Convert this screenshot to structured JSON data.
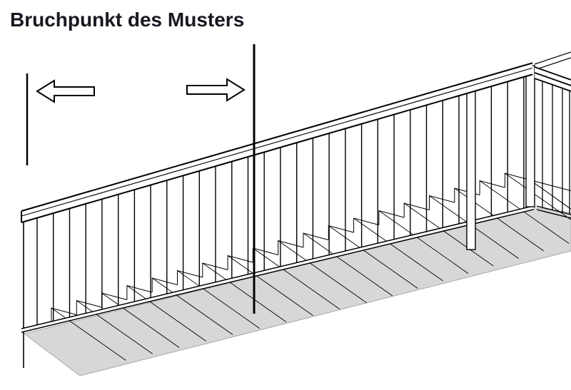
{
  "annotation": {
    "label": "Bruchpunkt des Musters",
    "left_arrow_icon": "arrow-left-outline",
    "right_arrow_icon": "arrow-right-outline"
  },
  "colors": {
    "background": "#ffffff",
    "line": "#000000",
    "floor_fill": "#d7d7d7",
    "floor_edge": "#a8a8a8",
    "rail_fill": "#ffffff",
    "text": "#181822"
  },
  "diagram": {
    "kind": "stair-railing-isometric",
    "baluster_count": 31,
    "step_count": 19
  }
}
